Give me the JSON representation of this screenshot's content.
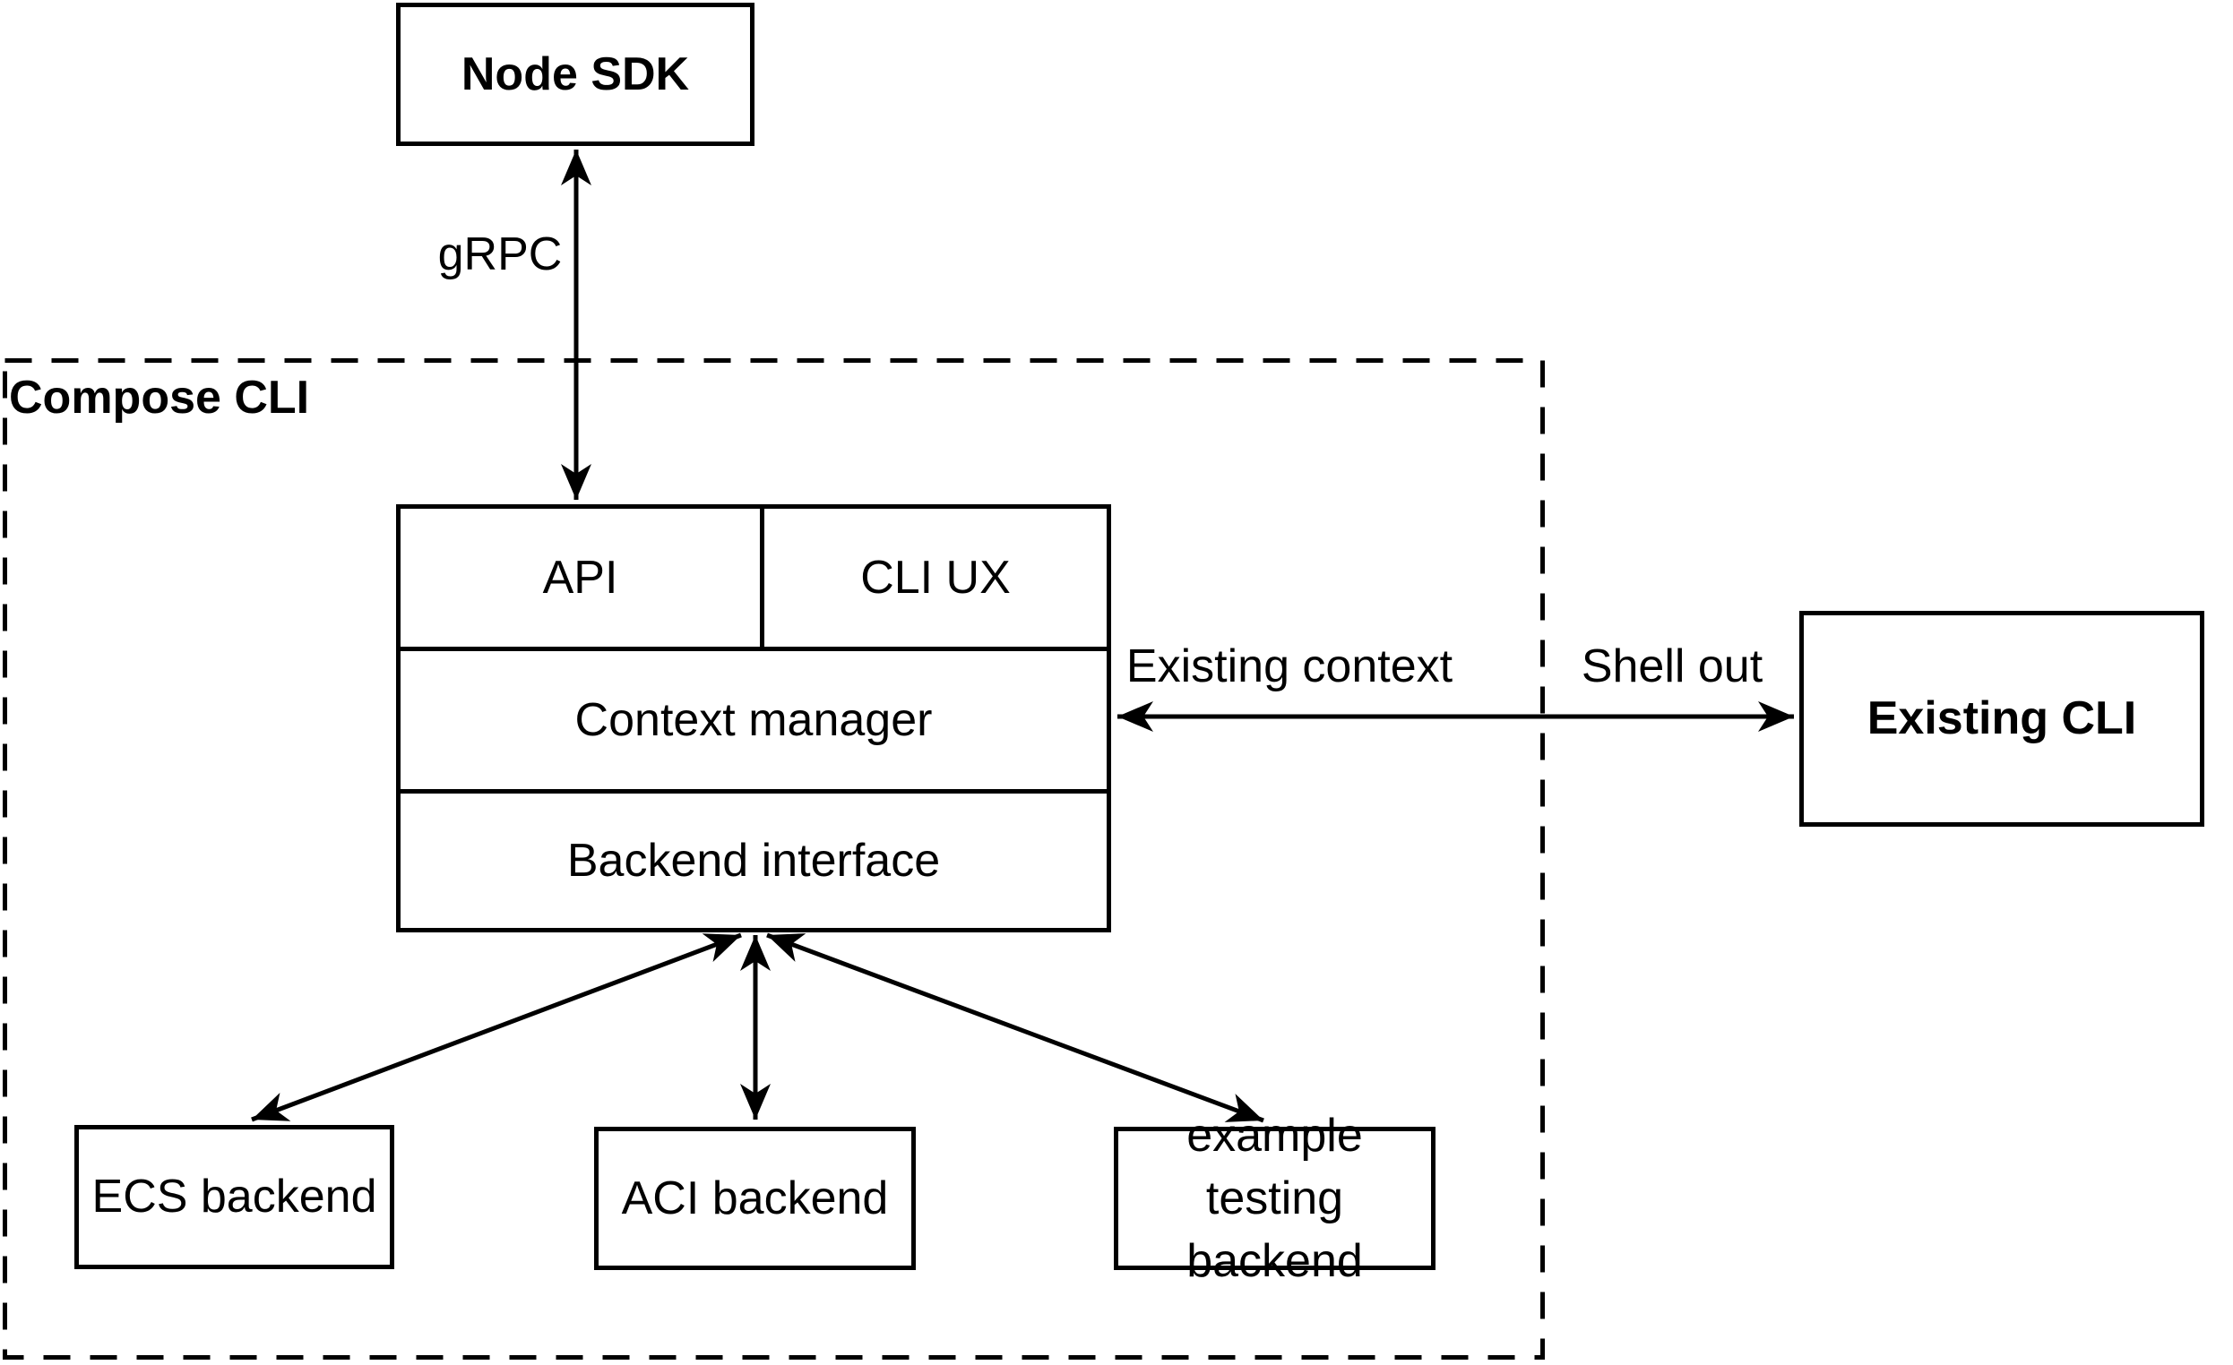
{
  "diagram": {
    "title": "Compose CLI architecture diagram",
    "colors": {
      "stroke": "#000000",
      "background": "#ffffff"
    },
    "container": {
      "label": "Compose CLI",
      "border_style": "dashed"
    },
    "nodes": {
      "node_sdk": {
        "label": "Node SDK"
      },
      "api": {
        "label": "API"
      },
      "cli_ux": {
        "label": "CLI UX"
      },
      "context_manager": {
        "label": "Context manager"
      },
      "backend_interface": {
        "label": "Backend interface"
      },
      "ecs_backend": {
        "label": "ECS backend"
      },
      "aci_backend": {
        "label": "ACI backend"
      },
      "example_testing_backend": {
        "label": "example testing backend"
      },
      "existing_cli": {
        "label": "Existing CLI"
      }
    },
    "edge_labels": {
      "grpc": "gRPC",
      "existing_context": "Existing context",
      "shell_out": "Shell out"
    },
    "edges": [
      {
        "from": "node_sdk",
        "to": "api",
        "label": "gRPC",
        "arrows": "both"
      },
      {
        "from": "context_manager",
        "to": "existing_cli",
        "labels": [
          "Existing context",
          "Shell out"
        ],
        "arrows": "both"
      },
      {
        "from": "backend_interface",
        "to": "ecs_backend",
        "arrows": "both"
      },
      {
        "from": "backend_interface",
        "to": "aci_backend",
        "arrows": "both"
      },
      {
        "from": "backend_interface",
        "to": "example_testing_backend",
        "arrows": "both"
      }
    ]
  }
}
